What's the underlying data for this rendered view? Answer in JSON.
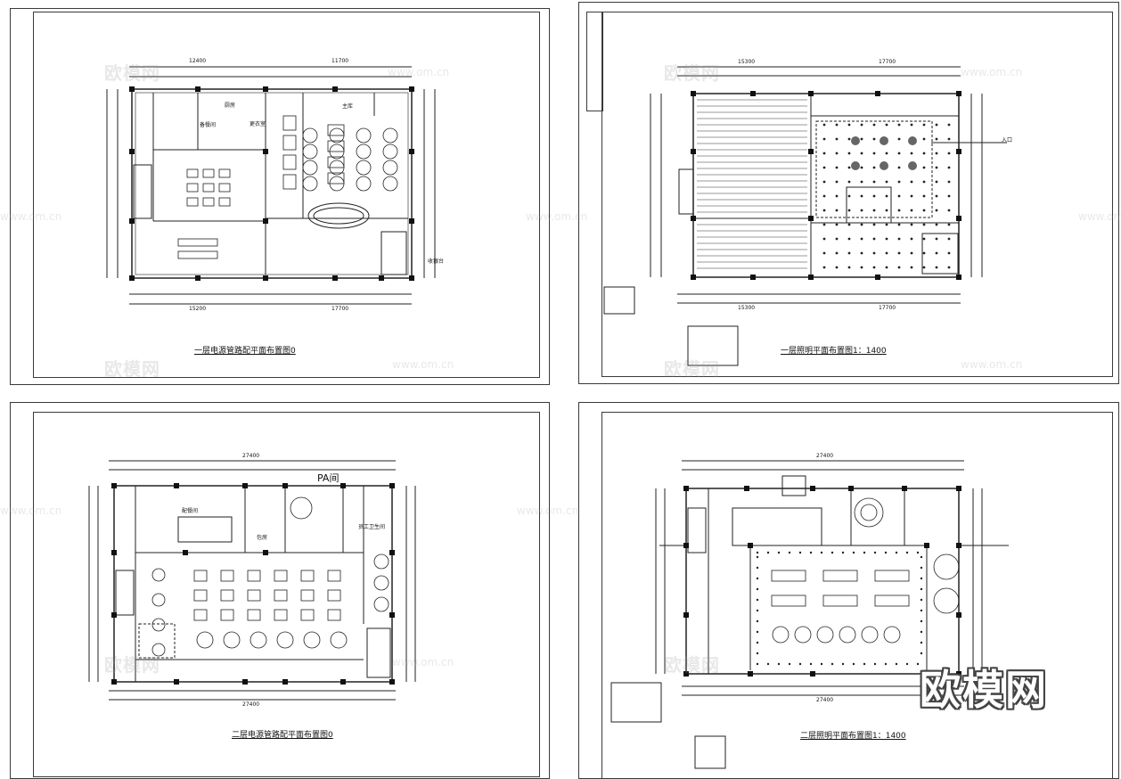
{
  "drawings": [
    {
      "id": "sheet-1",
      "caption": "一层电源管路配平面布置图0",
      "dims_top": [
        "12400",
        "11700"
      ],
      "dims_bottom": [
        "15200",
        "17700"
      ],
      "room_labels": [
        "厨房",
        "备餐间",
        "更衣室",
        "主库",
        "收银台"
      ]
    },
    {
      "id": "sheet-2",
      "caption": "一层照明平面布置图1：1400",
      "dims_top": [
        "15300",
        "17700"
      ],
      "dims_bottom": [
        "15300",
        "17700"
      ],
      "room_labels": [
        "入口"
      ]
    },
    {
      "id": "sheet-3",
      "caption": "二层电源管路配平面布置图0",
      "dims_top": [
        "27400"
      ],
      "dims_bottom": [
        "27400"
      ],
      "room_labels": [
        "PA间",
        "包房",
        "配餐间",
        "员工卫生间"
      ]
    },
    {
      "id": "sheet-4",
      "caption": "二层照明平面布置图1：1400",
      "dims_top": [
        "27400"
      ],
      "dims_bottom": [
        "27400"
      ],
      "room_labels": []
    }
  ],
  "watermark": {
    "text": "欧模网",
    "url": "www.om.cn"
  },
  "brand_logo": "欧模网",
  "colors": {
    "line": "#222222",
    "column": "#111111",
    "frame": "#3a3a3a"
  }
}
